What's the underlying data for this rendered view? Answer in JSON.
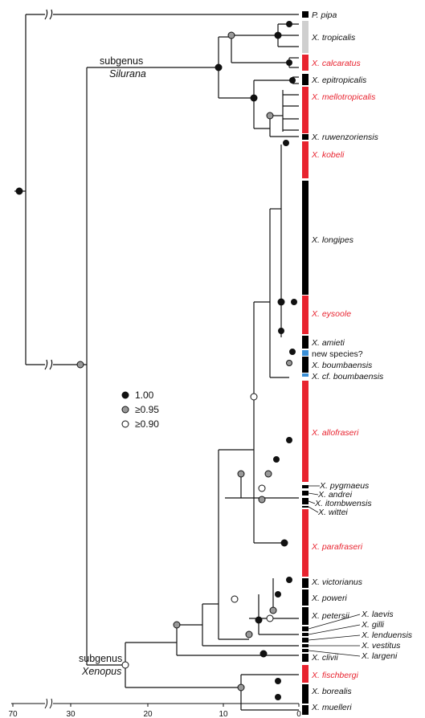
{
  "subgenera": {
    "silurana": {
      "word": "subgenus",
      "name": "Silurana"
    },
    "xenopus": {
      "word": "subgenus",
      "name": "Xenopus"
    }
  },
  "taxa": [
    {
      "name": "P. pipa",
      "color": "#000000"
    },
    {
      "name": "X. tropicalis",
      "color": "#cfcfcf"
    },
    {
      "name": "X. calcaratus",
      "color": "#e8232f"
    },
    {
      "name": "X. epitropicalis",
      "color": "#000000"
    },
    {
      "name": "X. mellotropicalis",
      "color": "#e8232f"
    },
    {
      "name": "X. ruwenzoriensis",
      "color": "#000000"
    },
    {
      "name": "X. kobeli",
      "color": "#e8232f"
    },
    {
      "name": "X. longipes",
      "color": "#000000"
    },
    {
      "name": "X. eysoole",
      "color": "#e8232f"
    },
    {
      "name": "X. amieti",
      "color": "#000000"
    },
    {
      "name": "new species?",
      "color": "#3a8fd6"
    },
    {
      "name": "X. boumbaensis",
      "color": "#000000"
    },
    {
      "name": "X. cf. boumbaensis",
      "color": "#3a8fd6"
    },
    {
      "name": "X. allofraseri",
      "color": "#e8232f"
    },
    {
      "name": "X. pygmaeus",
      "color": "#000000"
    },
    {
      "name": "X. andrei",
      "color": "#000000"
    },
    {
      "name": "X. itombwensis",
      "color": "#000000"
    },
    {
      "name": "X. wittei",
      "color": "#000000"
    },
    {
      "name": "X. parafraseri",
      "color": "#e8232f"
    },
    {
      "name": "X. victorianus",
      "color": "#000000"
    },
    {
      "name": "X. poweri",
      "color": "#000000"
    },
    {
      "name": "X. petersii",
      "color": "#000000"
    },
    {
      "name": "X. laevis",
      "color": "#000000"
    },
    {
      "name": "X. gilli",
      "color": "#000000"
    },
    {
      "name": "X. lenduensis",
      "color": "#000000"
    },
    {
      "name": "X. vestitus",
      "color": "#000000"
    },
    {
      "name": "X. largeni",
      "color": "#000000"
    },
    {
      "name": "X. clivii",
      "color": "#000000"
    },
    {
      "name": "X. fischbergi",
      "color": "#e8232f"
    },
    {
      "name": "X. borealis",
      "color": "#000000"
    },
    {
      "name": "X. muelleri",
      "color": "#000000"
    }
  ],
  "legend": [
    {
      "label": "1.00",
      "fill": "#111111"
    },
    {
      "label": "≥0.95",
      "fill": "#999999"
    },
    {
      "label": "≥0.90",
      "fill": "#ffffff"
    }
  ],
  "axis": {
    "ticks": [
      "70",
      "30",
      "20",
      "10",
      "0"
    ]
  },
  "colors": {
    "new_species": "#3a8fd6",
    "highlight": "#e8232f",
    "tropicalis": "#cfcfcf"
  }
}
